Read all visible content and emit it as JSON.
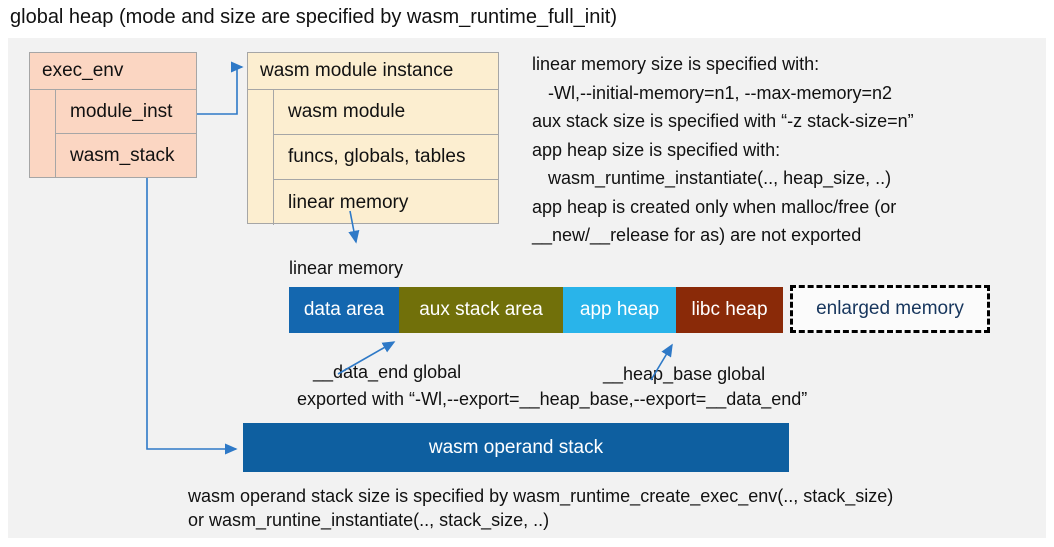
{
  "title": "global heap (mode and size are specified by wasm_runtime_full_init)",
  "exec_env": {
    "header": "exec_env",
    "rows": [
      "module_inst",
      "wasm_stack"
    ]
  },
  "module_instance": {
    "header": "wasm module instance",
    "rows": [
      "wasm module",
      "funcs, globals, tables",
      "linear memory"
    ]
  },
  "notes_right": {
    "lines": [
      "linear memory size is specified with:",
      "-Wl,--initial-memory=n1, --max-memory=n2",
      "aux stack size is specified with “-z stack-size=n”",
      "app heap size is specified with:",
      "wasm_runtime_instantiate(.., heap_size, ..)",
      "app heap is created only when malloc/free (or",
      "__new/__release for as) are not exported"
    ]
  },
  "linear_memory": {
    "label": "linear memory",
    "segments": [
      {
        "label": "data area",
        "color": "#1467af"
      },
      {
        "label": "aux stack area",
        "color": "#71700a"
      },
      {
        "label": "app heap",
        "color": "#29b4ea"
      },
      {
        "label": "libc heap",
        "color": "#8a2a08"
      }
    ],
    "enlarged": {
      "label": "enlarged memory",
      "text_color": "#17365d"
    }
  },
  "annotations": {
    "data_end": "__data_end global",
    "heap_base": "__heap_base global",
    "exported": "exported with “-Wl,--export=__heap_base,--export=__data_end”"
  },
  "operand_stack": {
    "label": "wasm operand stack",
    "color": "#0e5fa0"
  },
  "bottom_note": {
    "lines": [
      "wasm operand stack size is specified by wasm_runtime_create_exec_env(.., stack_size)",
      "or wasm_runtine_instantiate(.., stack_size, ..)"
    ]
  },
  "colors": {
    "arrow": "#2e79c7",
    "panel": "#f2f2f2",
    "exec_env_fill": "#fbd6c2",
    "instance_fill": "#fceed0",
    "border": "#a6a6a6"
  }
}
